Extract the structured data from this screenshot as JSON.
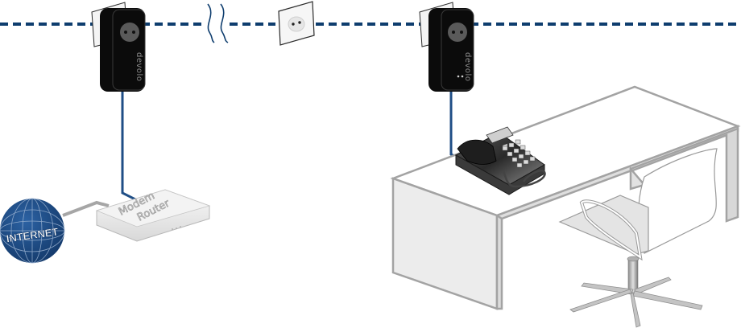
{
  "diagram": {
    "title": "Powerline telephony setup",
    "colors": {
      "powerline": "#0e3d6e",
      "cable_blue": "#1f4e86",
      "cable_grey": "#a6a6a6",
      "adapter_body": "#0b0b0b",
      "globe": "#1c4c86",
      "furniture_stroke": "#a3a3a3",
      "furniture_fill": "#ececec"
    },
    "power_line": {
      "style": "dashed",
      "break_symbol": "wavy-gap"
    },
    "adapters": [
      {
        "id": "adapter-left",
        "brand": "devolo",
        "leds": false
      },
      {
        "id": "adapter-right",
        "brand": "devolo",
        "leds": true
      }
    ],
    "wall_socket": {
      "label": ""
    },
    "router": {
      "line1": "Modem",
      "line2": "Router"
    },
    "internet": {
      "label": "INTERNET"
    },
    "telephone": {
      "label": ""
    },
    "desk": {
      "label": ""
    },
    "chair": {
      "label": ""
    }
  }
}
